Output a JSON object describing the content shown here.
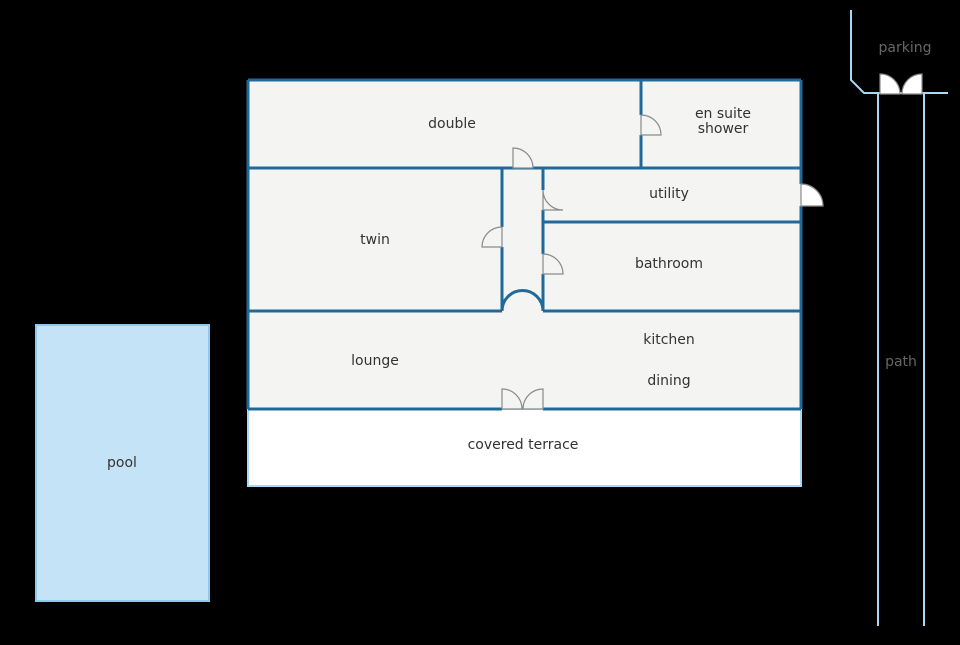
{
  "colors": {
    "background": "#000000",
    "wall": "#1f6a99",
    "floor": "#f4f4f2",
    "terrace": "#ffffff",
    "pool_fill": "#c5e3f6",
    "pool_edge": "#8ccbee",
    "path_line": "#a9d8f3",
    "door": "#8a8a8a",
    "label_dark": "#333333",
    "label_grey": "#666666"
  },
  "labels": {
    "double": "double",
    "ensuite_line1": "en suite",
    "ensuite_line2": "shower",
    "utility": "utility",
    "twin": "twin",
    "bathroom": "bathroom",
    "lounge": "lounge",
    "kitchen": "kitchen",
    "dining": "dining",
    "terrace": "covered terrace",
    "pool": "pool",
    "parking": "parking",
    "path": "path"
  }
}
